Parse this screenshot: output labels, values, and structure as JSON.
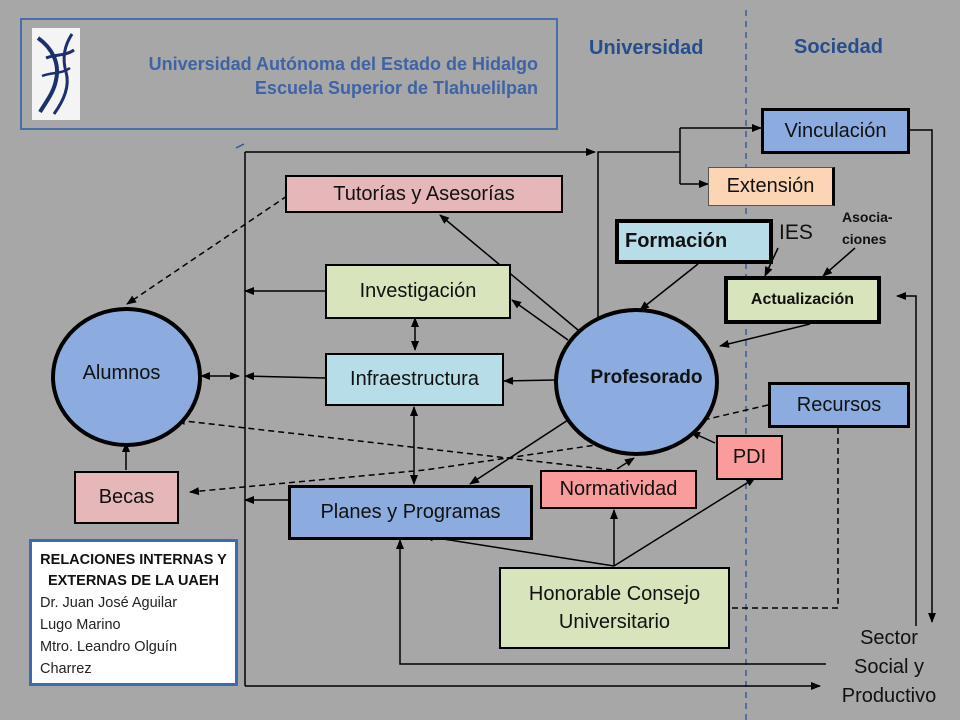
{
  "header": {
    "university": "Universidad Autónoma del Estado de Hidalgo",
    "school": "Escuela Superior de Tlahuelilpan"
  },
  "columns": {
    "left": "Universidad",
    "right": "Sociedad"
  },
  "nodes": {
    "vinculacion": "Vinculación",
    "extension": "Extensión",
    "tutorias": "Tutorías y Asesorías",
    "formacion": "Formación",
    "ies": "IES",
    "asociaciones": "Asocia-\nciones",
    "actualizacion": "Actualización",
    "investigacion": "Investigación",
    "alumnos": "Alumnos",
    "infraestructura": "Infraestructura",
    "profesorado": "Profesorado",
    "recursos": "Recursos",
    "pdi": "PDI",
    "becas": "Becas",
    "normatividad": "Normatividad",
    "planes": "Planes y Programas",
    "consejo": "Honorable Consejo\nUniversitario",
    "sector": "Sector\nSocial y\nProductivo"
  },
  "credits": {
    "title": "RELACIONES INTERNAS Y EXTERNAS DE LA UAEH",
    "lines": [
      "Dr. Juan José Aguilar",
      "Lugo Marino",
      "Mtro. Leandro Olguín",
      "Charrez"
    ]
  },
  "colors": {
    "background": "#a7a7a7",
    "blue_box": "#8cacdf",
    "pink_box": "#e6b7b8",
    "green_box": "#d7e4bc",
    "cyan_box": "#b7dde8",
    "peach_box": "#fcd5b5",
    "red_box": "#fa9c9c",
    "header_text": "#3f63a5"
  }
}
